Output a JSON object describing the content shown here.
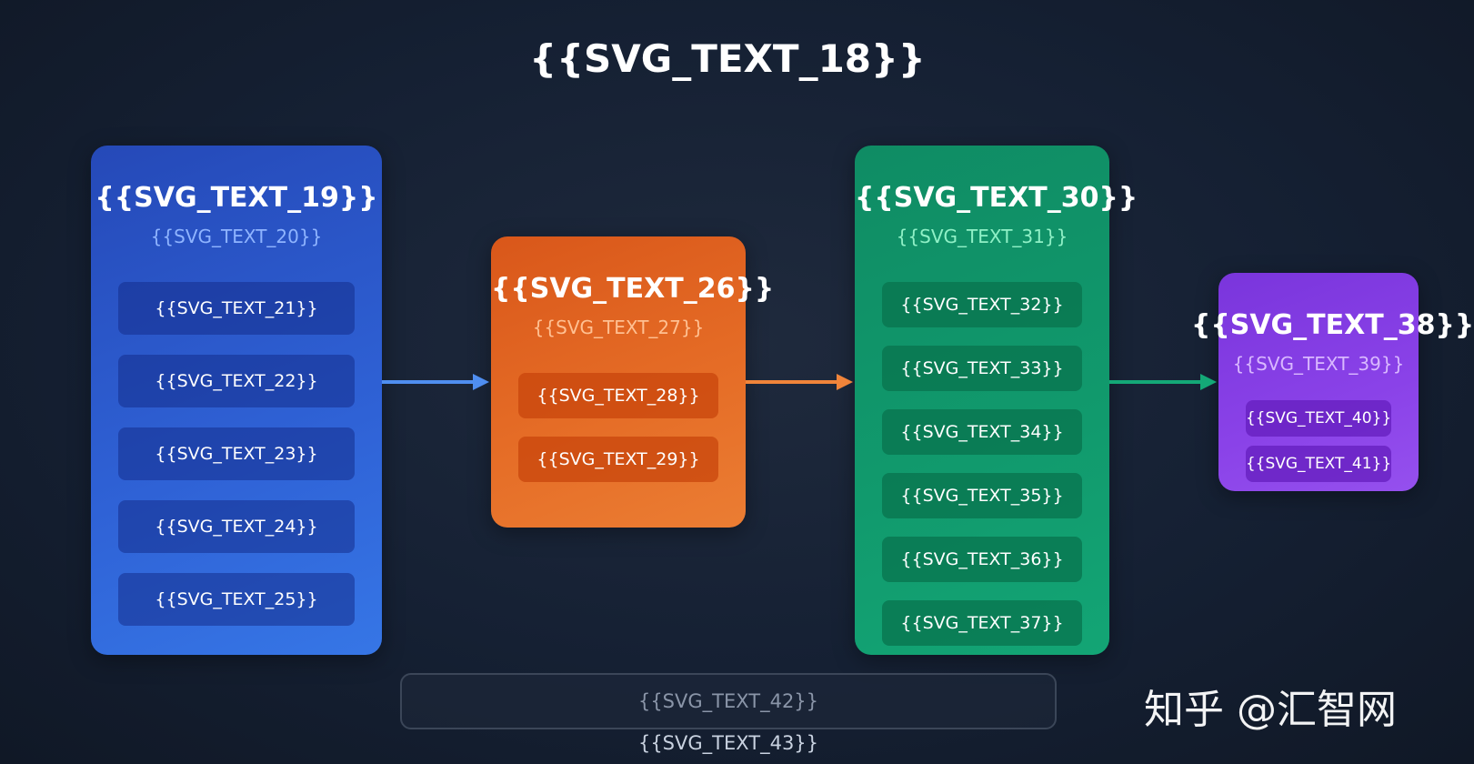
{
  "title": "{{SVG_TEXT_18}}",
  "stages": [
    {
      "title": "{{SVG_TEXT_19}}",
      "subtitle": "{{SVG_TEXT_20}}",
      "color": "#2f62d6",
      "items": [
        "{{SVG_TEXT_21}}",
        "{{SVG_TEXT_22}}",
        "{{SVG_TEXT_23}}",
        "{{SVG_TEXT_24}}",
        "{{SVG_TEXT_25}}"
      ]
    },
    {
      "title": "{{SVG_TEXT_26}}",
      "subtitle": "{{SVG_TEXT_27}}",
      "color": "#e56c26",
      "items": [
        "{{SVG_TEXT_28}}",
        "{{SVG_TEXT_29}}"
      ]
    },
    {
      "title": "{{SVG_TEXT_30}}",
      "subtitle": "{{SVG_TEXT_31}}",
      "color": "#119a6d",
      "items": [
        "{{SVG_TEXT_32}}",
        "{{SVG_TEXT_33}}",
        "{{SVG_TEXT_34}}",
        "{{SVG_TEXT_35}}",
        "{{SVG_TEXT_36}}",
        "{{SVG_TEXT_37}}"
      ]
    },
    {
      "title": "{{SVG_TEXT_38}}",
      "subtitle": "{{SVG_TEXT_39}}",
      "color": "#8a42e8",
      "items": [
        "{{SVG_TEXT_40}}",
        "{{SVG_TEXT_41}}"
      ]
    }
  ],
  "arrow_colors": [
    "#4f8ef0",
    "#f0843a",
    "#14a877"
  ],
  "note": "{{SVG_TEXT_42}}",
  "footnote": "{{SVG_TEXT_43}}",
  "watermark": "知乎 @汇智网"
}
